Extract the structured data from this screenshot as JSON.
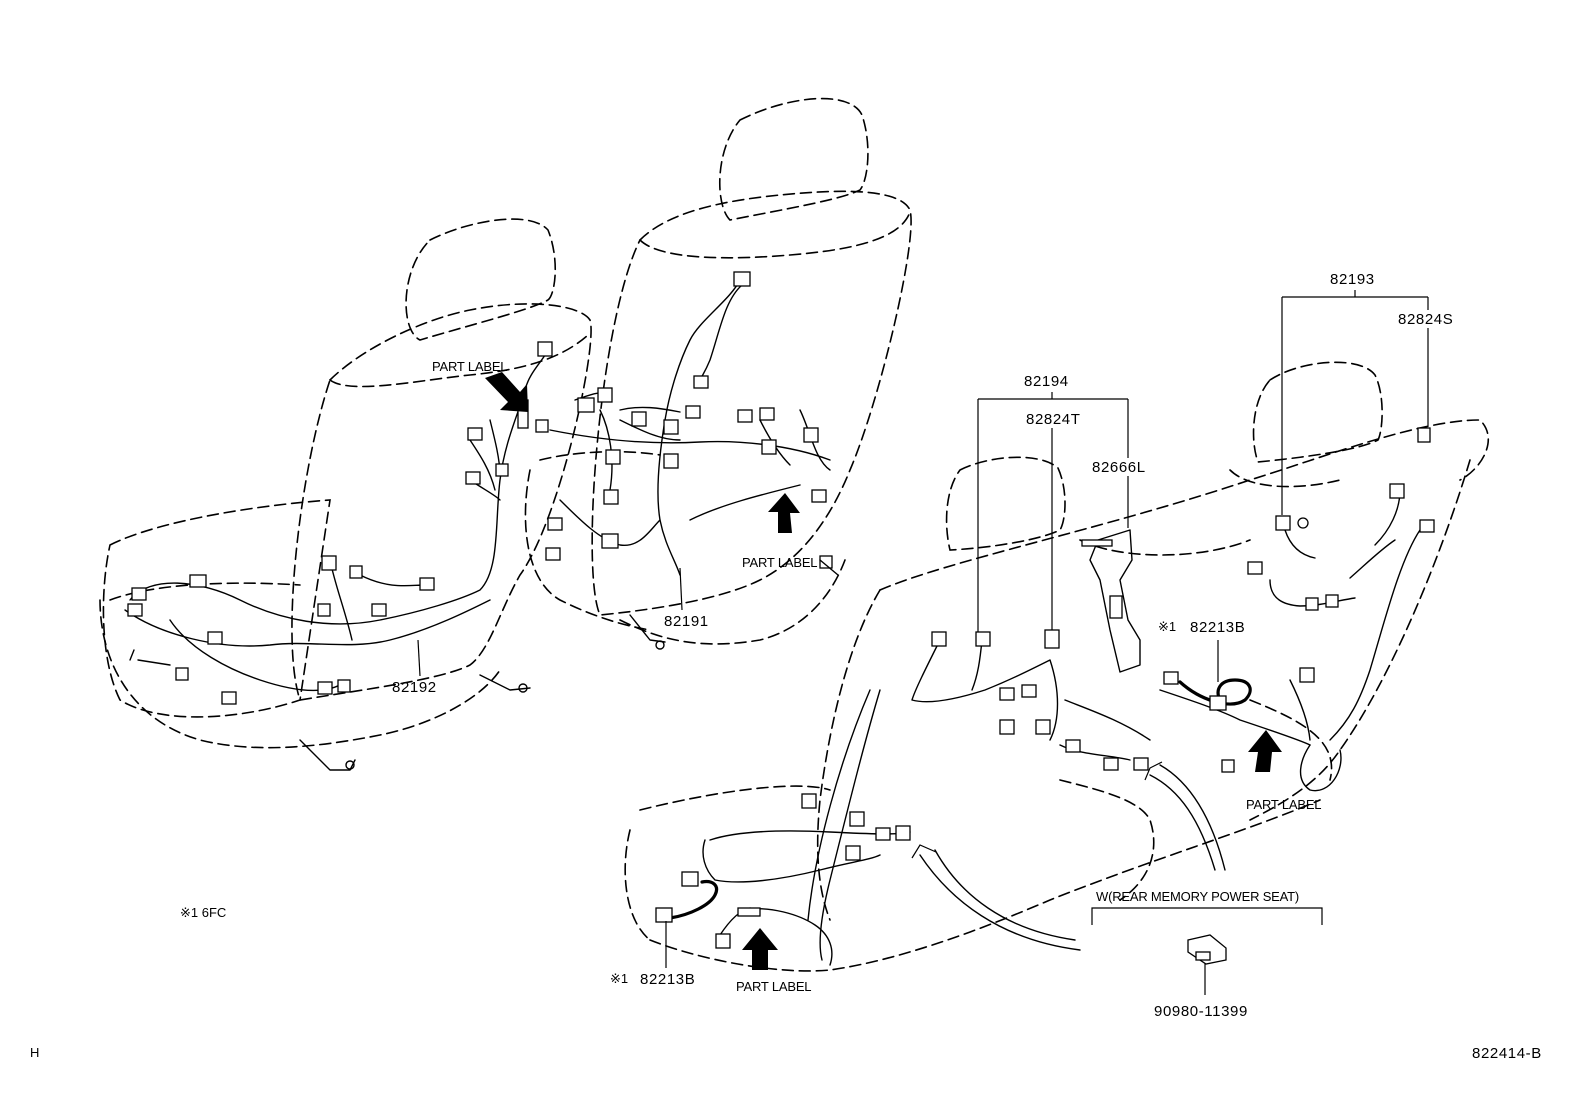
{
  "diagram": {
    "part_numbers": {
      "p82191": "82191",
      "p82192": "82192",
      "p82193": "82193",
      "p82824S": "82824S",
      "p82194": "82194",
      "p82824T": "82824T",
      "p82666L": "82666L",
      "p82213B_upper": "82213B",
      "p82213B_lower": "82213B",
      "p90980": "90980-11399"
    },
    "notes": {
      "ref1_upper": "※1",
      "ref1_lower": "※1",
      "footnote": "※1 6FC",
      "group_label": "W(REAR MEMORY POWER SEAT)"
    },
    "part_label_text": {
      "a": "PART LABEL",
      "b": "PART LABEL",
      "c": "PART LABEL",
      "d": "PART LABEL"
    },
    "corner_left": "H",
    "drawing_id": "822414-B"
  }
}
